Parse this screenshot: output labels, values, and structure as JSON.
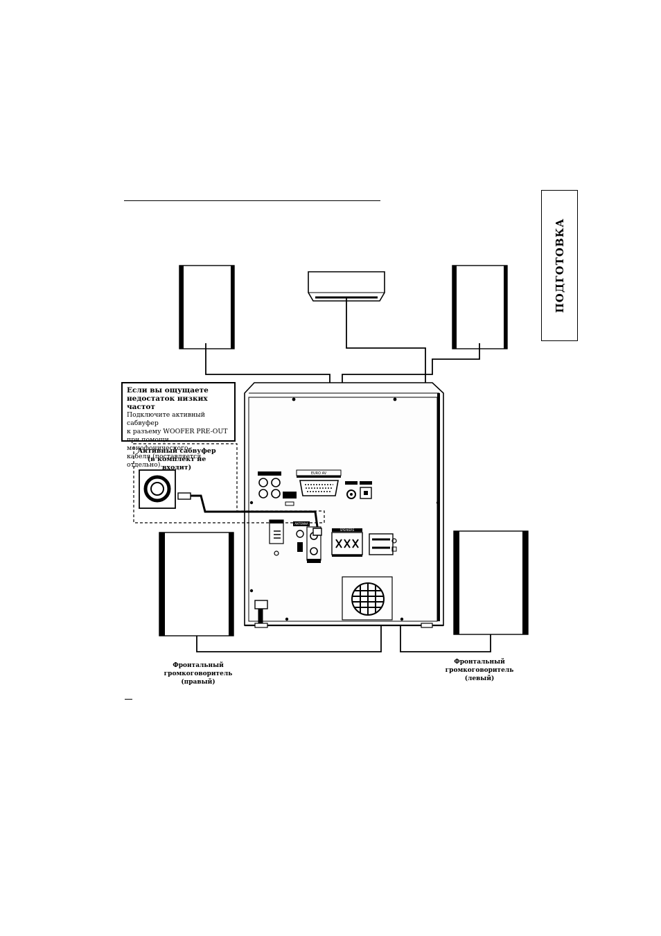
{
  "side_tab": {
    "label": "ПОДГОТОВКА"
  },
  "note_box": {
    "title": "Если вы ощущаете\nнедостаток низких частот",
    "body": "Подключите активный сабвуфер\nк разъему WOOFER PRE-OUT\nпри помощи монофонического\nкабеля (поставляется отдельно)."
  },
  "subwoofer": {
    "label": "Активный сабвуфер\n(в комплект не входит)"
  },
  "speakers": {
    "front_right": {
      "label": "Фронтальный\nгромкоговоритель\n(правый)"
    },
    "front_left": {
      "label": "Фронтальный\nгромкоговоритель\n(левый)"
    }
  },
  "panel": {
    "scart_label": "EURO AV",
    "antenna_label": "ANTENNA",
    "speakers_label": "SPEAKERS"
  },
  "colors": {
    "ink": "#000000",
    "paper": "#ffffff",
    "panel_fill": "#fdfdfd"
  }
}
